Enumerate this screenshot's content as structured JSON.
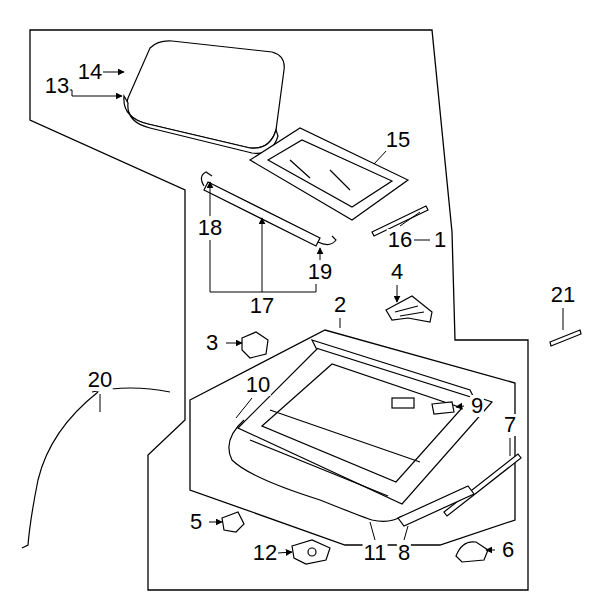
{
  "diagram": {
    "labels": [
      "14",
      "13",
      "15",
      "18",
      "16",
      "1",
      "17",
      "19",
      "4",
      "2",
      "21",
      "3",
      "20",
      "10",
      "9",
      "7",
      "5",
      "12",
      "11",
      "8",
      "6"
    ]
  }
}
